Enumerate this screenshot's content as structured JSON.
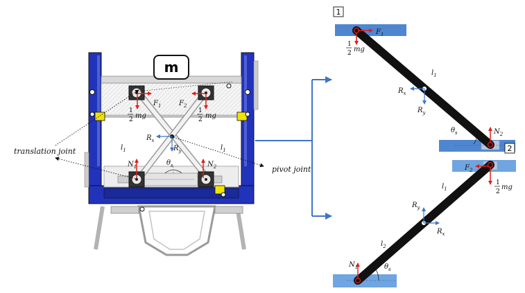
{
  "machine": {
    "mass_label": "m",
    "forces": {
      "F1": "F",
      "F1_sub": "1",
      "F2": "F",
      "F2_sub": "2",
      "half_num": "1",
      "half_den": "2",
      "mg": "mg",
      "Rx": "R",
      "Rx_sub": "x",
      "Ry": "R",
      "Ry_sub": "y",
      "theta": "θ",
      "theta_sub": "s",
      "N1": "N",
      "N1_sub": "1",
      "N2": "N",
      "N2_sub": "2",
      "l1": "l",
      "l1_sub": "1"
    },
    "callouts": {
      "translation_joint": "translation joint",
      "pivot_joint": "pivot joint"
    }
  },
  "fbd1": {
    "number": "1",
    "F": "F",
    "F_sub": "1",
    "half_num": "1",
    "half_den": "2",
    "mg": "mg",
    "l": "l",
    "l_sub": "1",
    "Rx": "R",
    "Rx_sub": "x",
    "Ry": "R",
    "Ry_sub": "y",
    "theta": "θ",
    "theta_sub": "s",
    "N": "N",
    "N_sub": "2"
  },
  "fbd2": {
    "number": "2",
    "F": "F",
    "F_sub": "2",
    "half_num": "1",
    "half_den": "2",
    "mg": "mg",
    "l1": "l",
    "l1_sub": "1",
    "l2": "l",
    "l2_sub": "2",
    "Ry": "R",
    "Ry_sub": "y",
    "Rx": "R",
    "Rx_sub": "x",
    "N": "N",
    "N_sub": "1",
    "theta": "θ",
    "theta_sub": "s"
  },
  "colors": {
    "frame_blue": "#2233bb",
    "slider_blue": "#4f86d0",
    "slider_light": "#6fa5e0",
    "force_red": "#e0201a",
    "reaction_blue": "#3b78c8",
    "link_black": "#111111",
    "arrow_blue": "#3f74c6",
    "yellow": "#f2e400"
  }
}
